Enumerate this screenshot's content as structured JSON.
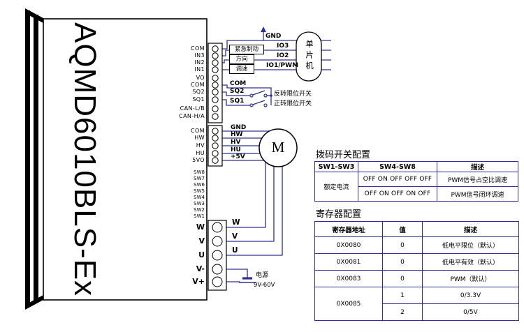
{
  "device": {
    "model": "AQMD6010BLS-Ex",
    "signal_terminals": [
      "COM",
      "IN3",
      "IN2",
      "IN1",
      "VO",
      "COM",
      "SQ2",
      "SQ1",
      "CAN-L/B",
      "CAN-H/A"
    ],
    "hall_terminals": [
      "COM",
      "HW",
      "HV",
      "HU",
      "5VO"
    ],
    "dip_switch_pins": [
      "SW8",
      "SW7",
      "SW6",
      "SW5",
      "SW4",
      "SW3",
      "SW2",
      "SW1"
    ],
    "power_terminals": [
      "W",
      "V",
      "U",
      "V-",
      "V+"
    ]
  },
  "mcu": {
    "label": "单片机",
    "gnd_pin": "GND",
    "io_pins": [
      "IO3",
      "IO2",
      "IO1/PWM"
    ],
    "signal_labels": [
      "紧急制动",
      "方向",
      "调速"
    ]
  },
  "limit_switches": {
    "com_label": "COM",
    "sq2_label": "SQ2",
    "sq1_label": "SQ1",
    "sq2_name": "反转限位开关",
    "sq1_name": "正转限位开关"
  },
  "motor": {
    "symbol": "M",
    "hall_wire_labels": [
      "GND",
      "HW",
      "HV",
      "HU",
      "+5V"
    ],
    "phase_wire_labels": [
      "W",
      "V",
      "U"
    ]
  },
  "power_supply": {
    "name": "电源",
    "voltage_range": "9V-60V"
  },
  "colors": {
    "wire": "#2e3192",
    "outline": "#000000",
    "table_border": "#2e3192"
  },
  "dip_table": {
    "title": "拨码开关配置",
    "headers": [
      "SW1-SW3",
      "SW4-SW8",
      "描述"
    ],
    "group_label": "额定电流",
    "rows": [
      {
        "sw": "OFF ON OFF OFF OFF",
        "desc": "PWM信号占空比调速"
      },
      {
        "sw": "OFF ON OFF ON OFF",
        "desc": "PWM信号闭环调速"
      }
    ]
  },
  "register_table": {
    "title": "寄存器配置",
    "headers": [
      "寄存器地址",
      "值",
      "描述"
    ],
    "rows": [
      {
        "addr": "0X0080",
        "value": "0",
        "desc": "低电平限位（默认）"
      },
      {
        "addr": "0X0081",
        "value": "0",
        "desc": "低电平有效（默认）"
      },
      {
        "addr": "0X0083",
        "value": "0",
        "desc": "PWM（默认）"
      },
      {
        "addr": "0X0085",
        "value": "1",
        "desc": "0/3.3V"
      },
      {
        "value": "2",
        "desc": "0/5V"
      }
    ]
  }
}
